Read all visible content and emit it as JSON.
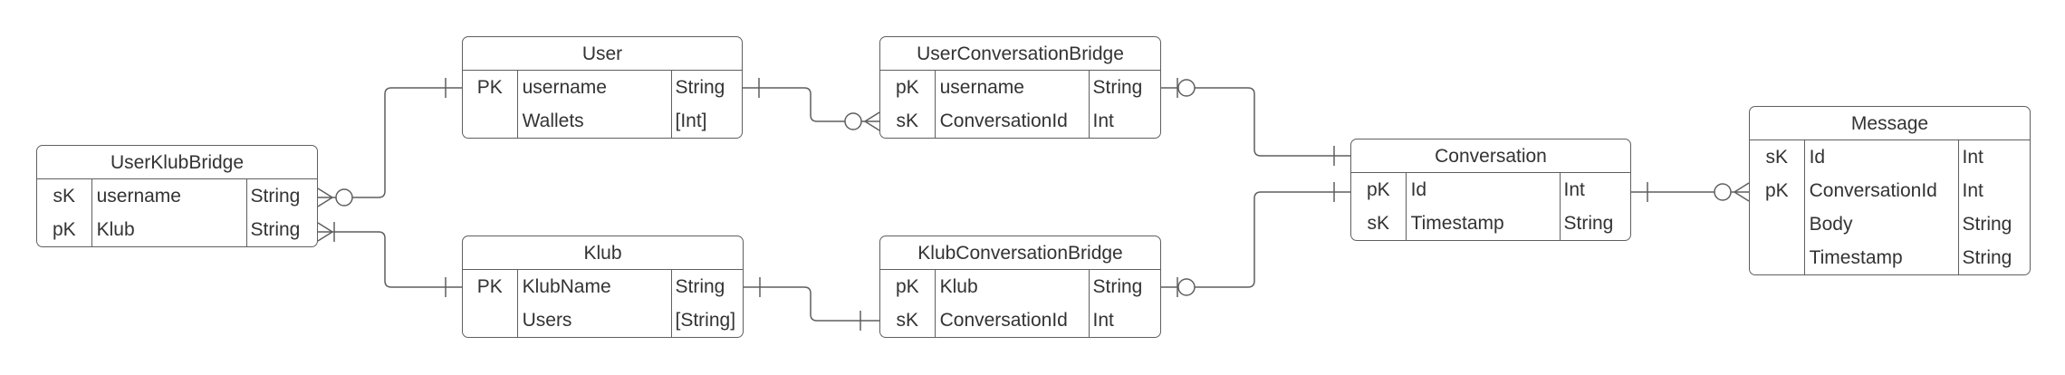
{
  "colors": {
    "stroke": "#5f5f5f",
    "text": "#333333",
    "background": "#ffffff"
  },
  "entities": {
    "user": {
      "title": "User",
      "rows": [
        {
          "key": "PK",
          "name": "username",
          "type": "String"
        },
        {
          "key": "",
          "name": "Wallets",
          "type": "[Int]"
        }
      ]
    },
    "user_klub_bridge": {
      "title": "UserKlubBridge",
      "rows": [
        {
          "key": "sK",
          "name": "username",
          "type": "String"
        },
        {
          "key": "pK",
          "name": "Klub",
          "type": "String"
        }
      ]
    },
    "klub": {
      "title": "Klub",
      "rows": [
        {
          "key": "PK",
          "name": "KlubName",
          "type": "String"
        },
        {
          "key": "",
          "name": "Users",
          "type": "[String]"
        }
      ]
    },
    "user_conversation_bridge": {
      "title": "UserConversationBridge",
      "rows": [
        {
          "key": "pK",
          "name": "username",
          "type": "String"
        },
        {
          "key": "sK",
          "name": "ConversationId",
          "type": "Int"
        }
      ]
    },
    "klub_conversation_bridge": {
      "title": "KlubConversationBridge",
      "rows": [
        {
          "key": "pK",
          "name": "Klub",
          "type": "String"
        },
        {
          "key": "sK",
          "name": "ConversationId",
          "type": "Int"
        }
      ]
    },
    "conversation": {
      "title": "Conversation",
      "rows": [
        {
          "key": "pK",
          "name": "Id",
          "type": "Int"
        },
        {
          "key": "sK",
          "name": "Timestamp",
          "type": "String"
        }
      ]
    },
    "message": {
      "title": "Message",
      "rows": [
        {
          "key": "sK",
          "name": "Id",
          "type": "Int"
        },
        {
          "key": "pK",
          "name": "ConversationId",
          "type": "Int"
        },
        {
          "key": "",
          "name": "Body",
          "type": "String"
        },
        {
          "key": "",
          "name": "Timestamp",
          "type": "String"
        }
      ]
    }
  },
  "relationships": [
    {
      "from": "user",
      "from_end": "one",
      "to": "user_klub_bridge",
      "to_end": "zero-or-many"
    },
    {
      "from": "klub",
      "from_end": "one",
      "to": "user_klub_bridge",
      "to_end": "one-or-many"
    },
    {
      "from": "user",
      "from_end": "one",
      "to": "user_conversation_bridge",
      "to_end": "zero-or-many"
    },
    {
      "from": "klub",
      "from_end": "one",
      "to": "klub_conversation_bridge",
      "to_end": "one"
    },
    {
      "from": "conversation",
      "from_end": "one",
      "to": "user_conversation_bridge",
      "to_end": "zero-or-one"
    },
    {
      "from": "conversation",
      "from_end": "one",
      "to": "klub_conversation_bridge",
      "to_end": "zero-or-one"
    },
    {
      "from": "conversation",
      "from_end": "one",
      "to": "message",
      "to_end": "zero-or-many"
    }
  ]
}
